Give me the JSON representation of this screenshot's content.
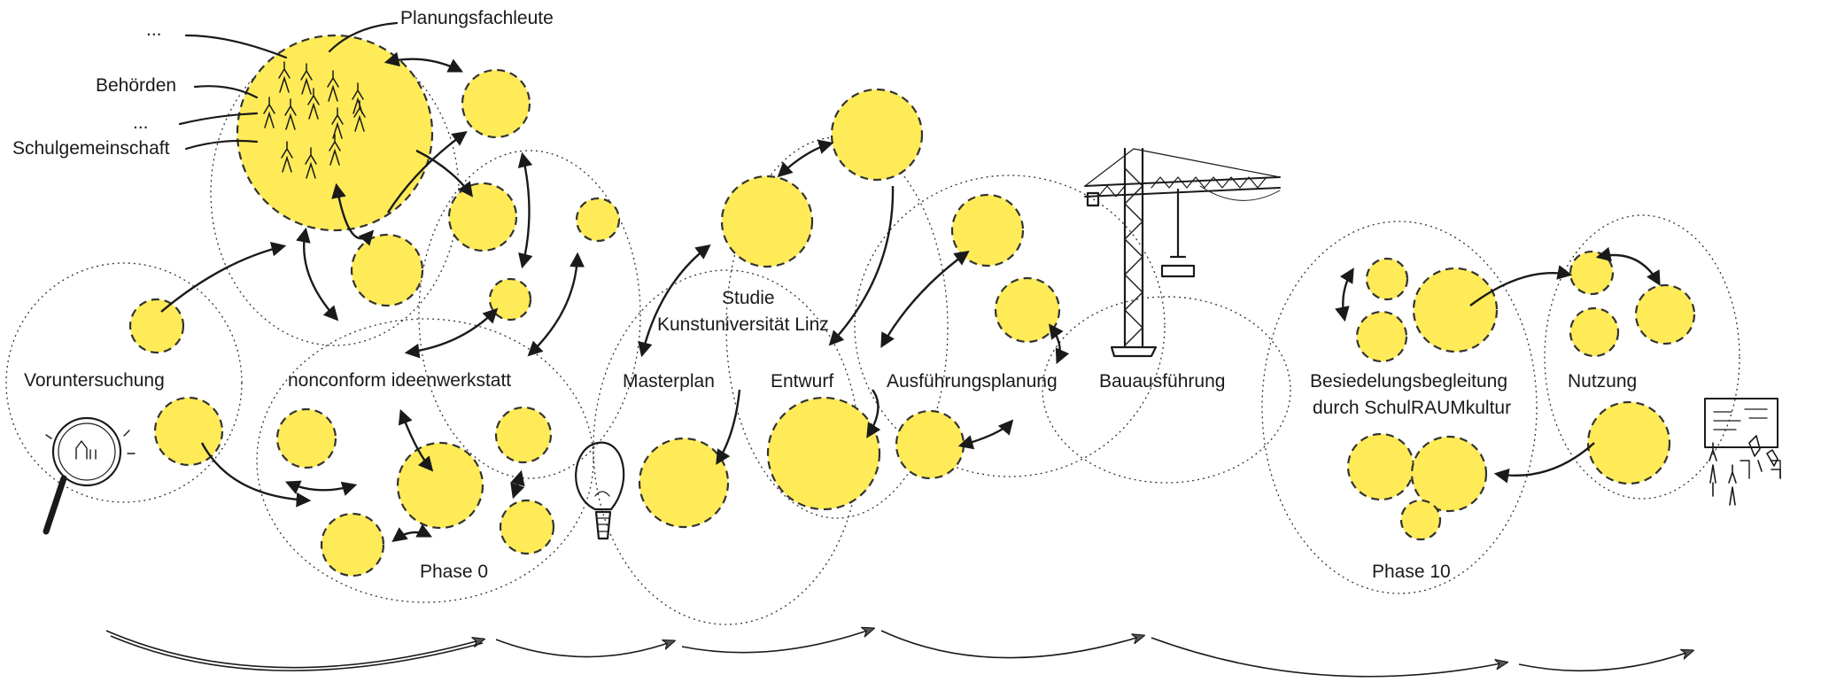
{
  "colors": {
    "bubble": "#ffeb57",
    "ink": "#1a1a1a",
    "background": "#ffffff"
  },
  "stakeholders": {
    "planungsfachleute": "Planungsfachleute",
    "behoerden": "Behörden",
    "schulgemeinschaft": "Schulgemeinschaft",
    "ellipsis": "..."
  },
  "phases": {
    "voruntersuchung": "Voruntersuchung",
    "ideenwerkstatt": "nonconform ideenwerkstatt",
    "phase0": "Phase 0",
    "studie_line1": "Studie",
    "studie_line2": "Kunstuniversität Linz",
    "masterplan": "Masterplan",
    "entwurf": "Entwurf",
    "ausfuehrungsplanung": "Ausführungsplanung",
    "bauausfuehrung": "Bauausführung",
    "besiedelung_line1": "Besiedelungsbegleitung",
    "besiedelung_line2": "durch SchulRAUMkultur",
    "nutzung": "Nutzung",
    "phase10": "Phase 10"
  },
  "icons": [
    "magnifier-icon",
    "lightbulb-icon",
    "crane-icon",
    "classroom-icon",
    "people-icon"
  ]
}
